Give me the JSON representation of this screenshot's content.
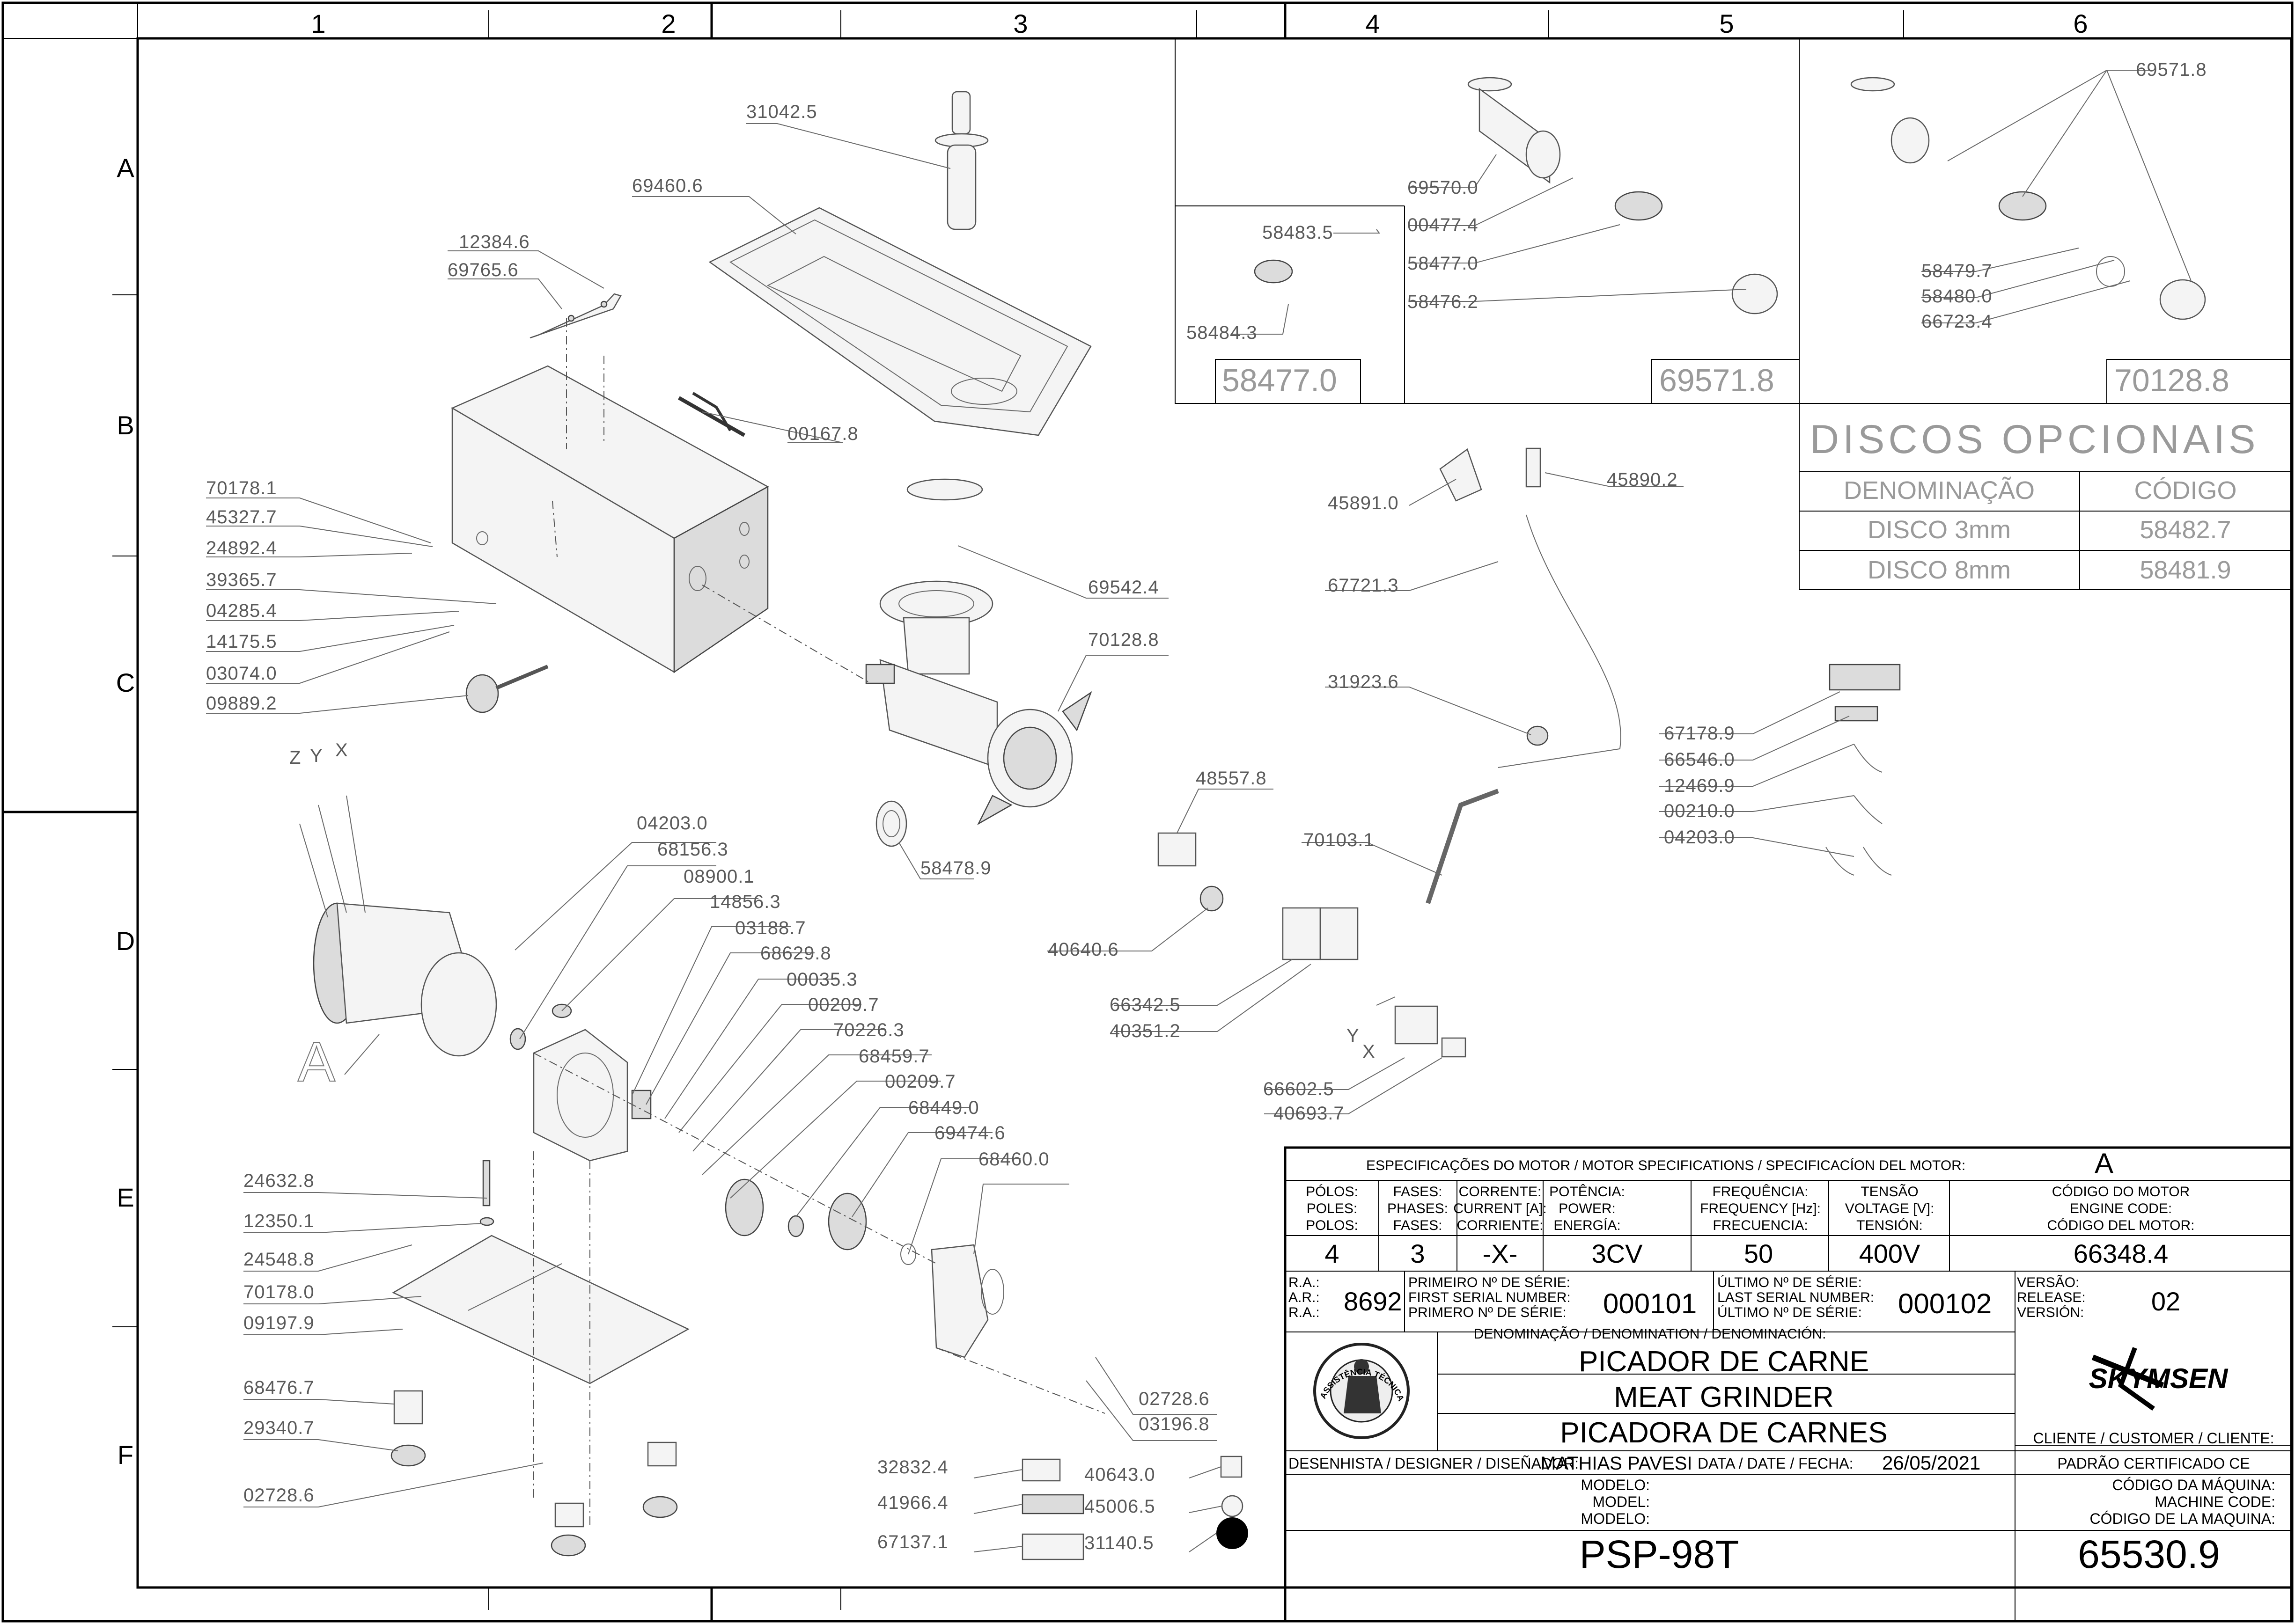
{
  "grid": {
    "columns": [
      "1",
      "2",
      "3",
      "4",
      "5",
      "6"
    ],
    "rows": [
      "A",
      "B",
      "C",
      "D",
      "E",
      "F"
    ]
  },
  "parts": {
    "p31042_5": "31042.5",
    "p69460_6": "69460.6",
    "p12384_6": "12384.6",
    "p69765_6": "69765.6",
    "p00167_8": "00167.8",
    "p70178_1": "70178.1",
    "p45327_7": "45327.7",
    "p24892_4": "24892.4",
    "p39365_7": "39365.7",
    "p04285_4": "04285.4",
    "p14175_5": "14175.5",
    "p03074_0": "03074.0",
    "p09889_2": "09889.2",
    "p69542_4": "69542.4",
    "p70128_8": "70128.8",
    "p58478_9": "58478.9",
    "p04203_0a": "04203.0",
    "p68156_3": "68156.3",
    "p08900_1": "08900.1",
    "p14856_3": "14856.3",
    "p03188_7": "03188.7",
    "p68629_8": "68629.8",
    "p00035_3": "00035.3",
    "p00209_7a": "00209.7",
    "p70226_3": "70226.3",
    "p68459_7": "68459.7",
    "p00209_7b": "00209.7",
    "p68449_0": "68449.0",
    "p69474_6": "69474.6",
    "p68460_0": "68460.0",
    "p24632_8": "24632.8",
    "p12350_1": "12350.1",
    "p24548_8": "24548.8",
    "p70178_0": "70178.0",
    "p09197_9": "09197.9",
    "p68476_7": "68476.7",
    "p29340_7": "29340.7",
    "p02728_6a": "02728.6",
    "p02728_6b": "02728.6",
    "p03196_8": "03196.8",
    "p32832_4": "32832.4",
    "p41966_4": "41966.4",
    "p67137_1": "67137.1",
    "p40643_0": "40643.0",
    "p45006_5": "45006.5",
    "p31140_5": "31140.5",
    "p45891_0": "45891.0",
    "p45890_2": "45890.2",
    "p67721_3": "67721.3",
    "p31923_6": "31923.6",
    "p48557_8": "48557.8",
    "p70103_1": "70103.1",
    "p40640_6": "40640.6",
    "p66342_5": "66342.5",
    "p40351_2": "40351.2",
    "p66602_5": "66602.5",
    "p40693_7": "40693.7",
    "p67178_9": "67178.9",
    "p66546_0": "66546.0",
    "p12469_9": "12469.9",
    "p00210_0": "00210.0",
    "p04203_0b": "04203.0",
    "p58483_5": "58483.5",
    "p58484_3": "58484.3",
    "p69570_0": "69570.0",
    "p00477_4": "00477.4",
    "p58477_0": "58477.0",
    "p58476_2": "58476.2",
    "p69571_8": "69571.8",
    "p58479_7": "58479.7",
    "p58480_0": "58480.0",
    "p66723_4": "66723.4"
  },
  "motor_letters": {
    "z": "Z",
    "y": "Y",
    "x": "X",
    "a": "A",
    "wire_y": "Y",
    "wire_x": "X"
  },
  "option_boxes": {
    "box1": "58477.0",
    "box2": "69571.8",
    "box3": "70128.8"
  },
  "discs": {
    "title": "DISCOS OPCIONAIS",
    "col_name": "DENOMINAÇÃO",
    "col_code": "CÓDIGO",
    "rows": [
      {
        "name": "DISCO 3mm",
        "code": "58482.7"
      },
      {
        "name": "DISCO 8mm",
        "code": "58481.9"
      }
    ]
  },
  "title_block": {
    "spec_header": "ESPECIFICAÇÕES DO MOTOR / MOTOR SPECIFICATIONS / SPECIFICACÍON DEL MOTOR:",
    "spec_letter": "A",
    "h_polos": [
      "PÓLOS:",
      "POLES:",
      "POLOS:"
    ],
    "h_fases": [
      "FASES:",
      "PHASES:",
      "FASES:"
    ],
    "h_corrente": [
      "CORRENTE:",
      "CURRENT [A]:",
      "CORRIENTE:"
    ],
    "h_potencia": [
      "POTÊNCIA:",
      "POWER:",
      "ENERGÍA:"
    ],
    "h_freq": [
      "FREQUÊNCIA:",
      "FREQUENCY [Hz]:",
      "FRECUENCIA:"
    ],
    "h_tensao": [
      "TENSÃO",
      "VOLTAGE [V]:",
      "TENSIÓN:"
    ],
    "h_codigo": [
      "CÓDIGO DO MOTOR",
      "ENGINE CODE:",
      "CÓDIGO DEL MOTOR:"
    ],
    "v_polos": "4",
    "v_fases": "3",
    "v_corrente": "-X-",
    "v_potencia": "3CV",
    "v_freq": "50",
    "v_tensao": "400V",
    "v_codigo": "66348.4",
    "ra_labels": [
      "R.A.:",
      "A.R.:",
      "R.A.:"
    ],
    "ra": "8692",
    "first_labels": [
      "PRIMEIRO Nº DE SÉRIE:",
      "FIRST SERIAL NUMBER:",
      "PRIMERO Nº DE SÉRIE:"
    ],
    "first_serial": "000101",
    "last_labels": [
      "ÚLTIMO Nº DE SÉRIE:",
      "LAST SERIAL NUMBER:",
      "ÚLTIMO Nº DE SÉRIE:"
    ],
    "last_serial": "000102",
    "version_labels": [
      "VERSÃO:",
      "RELEASE:",
      "VERSIÓN:"
    ],
    "version": "02",
    "denomination_header": "DENOMINAÇÃO / DENOMINATION / DENOMINACIÓN:",
    "name_pt": "PICADOR DE CARNE",
    "name_en": "MEAT GRINDER",
    "name_es": "PICADORA DE CARNES",
    "brand": "SKYMSEN",
    "client_label": "CLIENTE / CUSTOMER / CLIENTE:",
    "client_value": "PADRÃO CERTIFICADO CE",
    "designer_label": "DESENHISTA / DESIGNER / DISEÑADOR:",
    "designer": "MATHIAS PAVESI",
    "date_label": "DATA / DATE / FECHA:",
    "date": "26/05/2021",
    "model_labels": [
      "MODELO:",
      "MODEL:",
      "MODELO:"
    ],
    "model": "PSP-98T",
    "machine_code_labels": [
      "CÓDIGO DA MÁQUINA:",
      "MACHINE CODE:",
      "CÓDIGO DE LA MAQUINA:"
    ],
    "machine_code": "65530.9",
    "seal_text": "ASSISTÊNCIA TÉCNICA AUTORIZADA"
  }
}
